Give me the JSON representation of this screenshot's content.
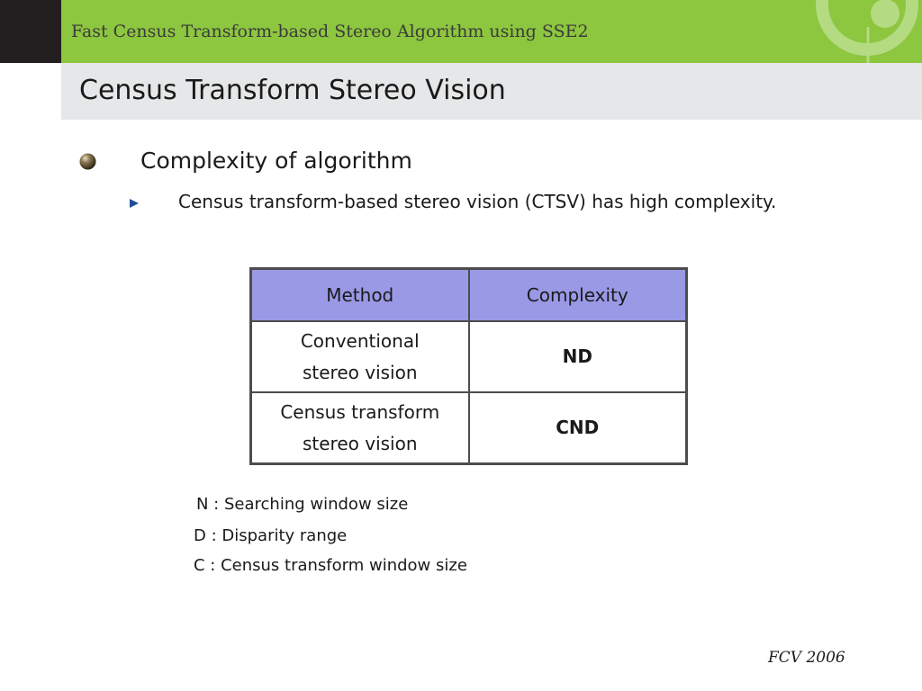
{
  "header": {
    "text": "Fast Census Transform-based Stereo Algorithm using SSE2",
    "colors": {
      "bar": "#8dc63f",
      "block": "#231f20"
    }
  },
  "title": {
    "text": "Census Transform Stereo Vision"
  },
  "bullet": {
    "text": "Complexity of algorithm",
    "icon": "bullet-ball-icon"
  },
  "sub_bullet": {
    "text": "Census transform-based stereo vision (CTSV)  has high complexity.",
    "icon": "arrow-bullet-icon"
  },
  "table": {
    "headers": [
      "Method",
      "Complexity"
    ],
    "header_color": "#9999e6",
    "rows": [
      {
        "method": [
          "Conventional",
          "stereo vision"
        ],
        "complexity": "ND"
      },
      {
        "method": [
          "Census transform",
          "stereo vision"
        ],
        "complexity": "CND"
      }
    ]
  },
  "legend": [
    "N : Searching window size",
    "D : Disparity range",
    "C : Census transform window size"
  ],
  "footer": {
    "text": "FCV 2006"
  }
}
